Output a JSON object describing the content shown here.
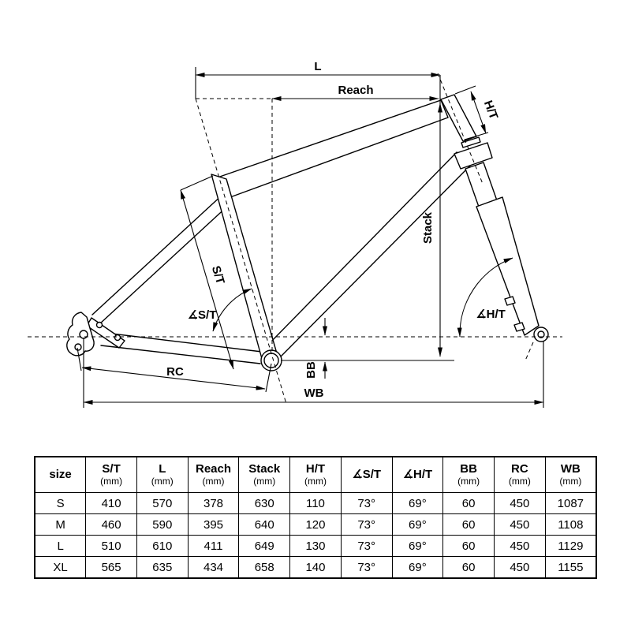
{
  "page": {
    "background": "#ffffff",
    "line_color": "#000000"
  },
  "diagram": {
    "labels": {
      "top_tube_length": "L",
      "reach": "Reach",
      "head_tube": "H/T",
      "stack": "Stack",
      "seat_tube": "S/T",
      "seat_tube_angle": "∡S/T",
      "head_tube_angle": "∡H/T",
      "bb_drop": "BB",
      "rear_center": "RC",
      "wheelbase": "WB"
    }
  },
  "table": {
    "columns": [
      {
        "label": "size",
        "unit": ""
      },
      {
        "label": "S/T",
        "unit": "(mm)"
      },
      {
        "label": "L",
        "unit": "(mm)"
      },
      {
        "label": "Reach",
        "unit": "(mm)"
      },
      {
        "label": "Stack",
        "unit": "(mm)"
      },
      {
        "label": "H/T",
        "unit": "(mm)"
      },
      {
        "label": "∡S/T",
        "unit": ""
      },
      {
        "label": "∡H/T",
        "unit": ""
      },
      {
        "label": "BB",
        "unit": "(mm)"
      },
      {
        "label": "RC",
        "unit": "(mm)"
      },
      {
        "label": "WB",
        "unit": "(mm)"
      }
    ],
    "rows": [
      [
        "S",
        "410",
        "570",
        "378",
        "630",
        "110",
        "73°",
        "69°",
        "60",
        "450",
        "1087"
      ],
      [
        "M",
        "460",
        "590",
        "395",
        "640",
        "120",
        "73°",
        "69°",
        "60",
        "450",
        "1108"
      ],
      [
        "L",
        "510",
        "610",
        "411",
        "649",
        "130",
        "73°",
        "69°",
        "60",
        "450",
        "1129"
      ],
      [
        "XL",
        "565",
        "635",
        "434",
        "658",
        "140",
        "73°",
        "69°",
        "60",
        "450",
        "1155"
      ]
    ]
  }
}
